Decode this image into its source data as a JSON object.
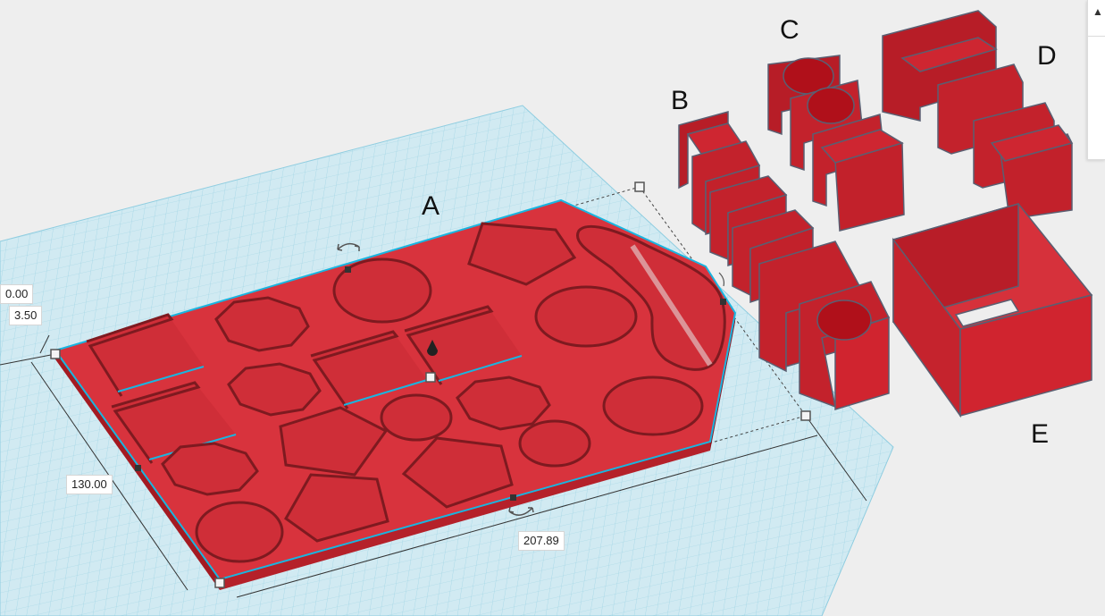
{
  "parts": {
    "a": "A",
    "b": "B",
    "c": "C",
    "d": "D",
    "e": "E"
  },
  "dimensions": {
    "width": "207.89",
    "depth": "130.00",
    "height": "3.50",
    "elevation": "0.00"
  },
  "colors": {
    "workplane": "#bfe3f0",
    "part_fill": "#d32b35",
    "part_wall": "#a41a22",
    "selection_outline": "#19b5e0"
  },
  "icons": {
    "panel_toggle": "caret-up-icon",
    "rotate_handle": "rotate-arrow-icon",
    "height_handle": "cone-handle-icon"
  }
}
